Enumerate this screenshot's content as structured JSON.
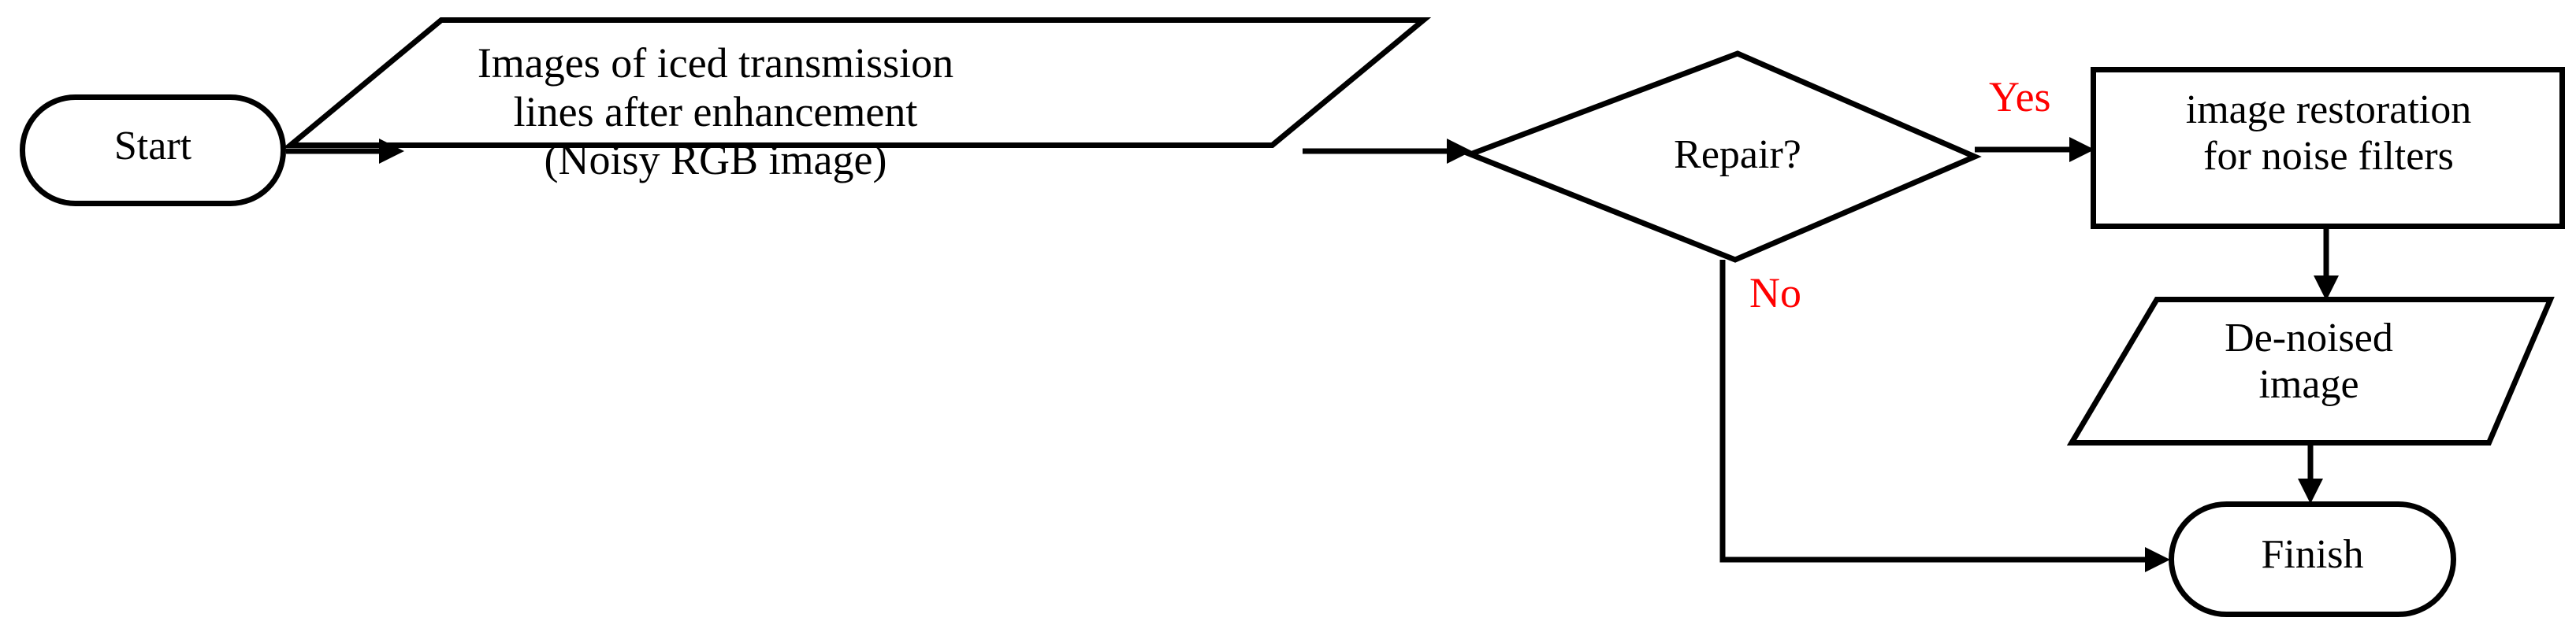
{
  "diagram": {
    "title": "Image de-noising processing flowchart",
    "background_color": "#ffffff",
    "line_color": "#000000",
    "decision_label_color": "#ff0000"
  },
  "nodes": {
    "start": {
      "label": "Start",
      "shape": "rounded-terminator"
    },
    "input_images": {
      "label": "Images of iced transmission\nlines after enhancement\n(Noisy RGB image)",
      "shape": "parallelogram-data"
    },
    "decision_repair": {
      "label": "Repair?",
      "shape": "diamond-decision"
    },
    "image_restoration": {
      "label": "image restoration\nfor noise filters",
      "shape": "rectangle-process"
    },
    "denoised_image": {
      "label": "De-noised\nimage",
      "shape": "parallelogram-data"
    },
    "finish": {
      "label": "Finish",
      "shape": "rounded-terminator"
    }
  },
  "edges": {
    "start_to_input": {
      "label": ""
    },
    "input_to_decision": {
      "label": ""
    },
    "decision_yes": {
      "label": "Yes",
      "color": "#ff0000"
    },
    "decision_no": {
      "label": "No",
      "color": "#ff0000"
    },
    "restoration_to_denoised": {
      "label": ""
    },
    "denoised_to_finish": {
      "label": ""
    },
    "no_to_finish": {
      "label": ""
    }
  }
}
